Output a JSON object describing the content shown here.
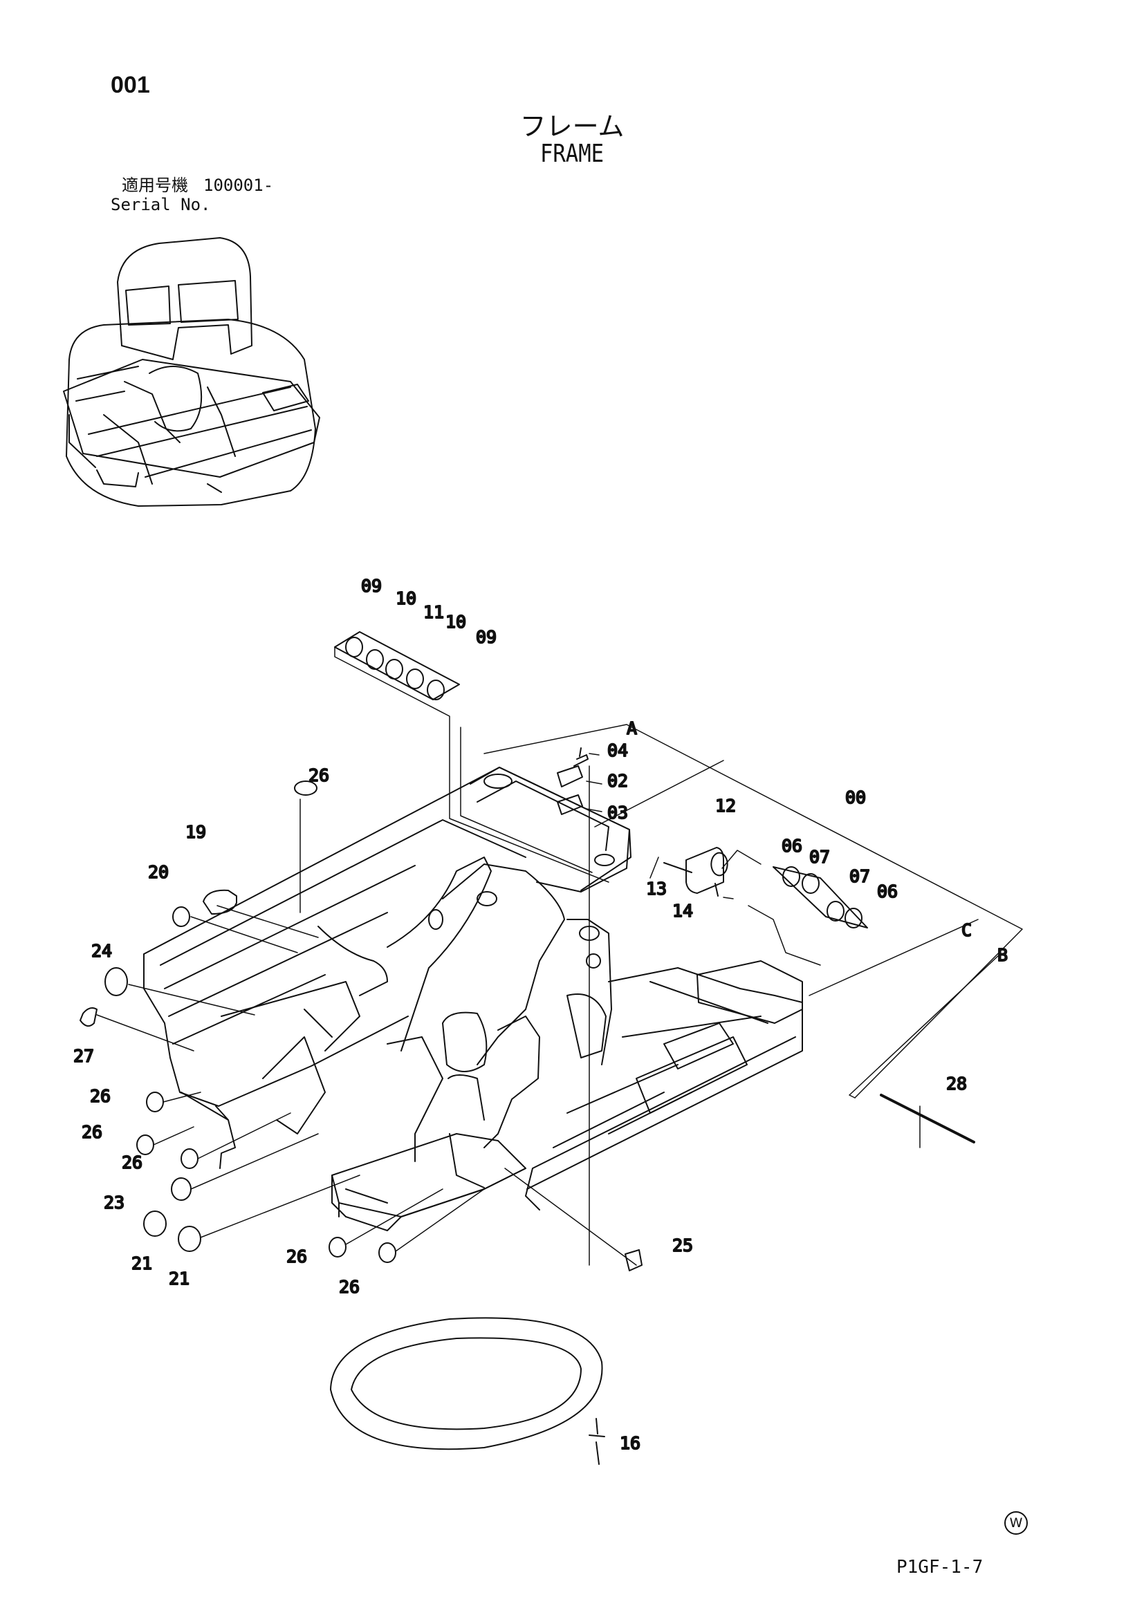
{
  "header": {
    "page_number": "001",
    "title_jp": "フレーム",
    "title_en": "FRAME",
    "serial_label_jp": "適用号機",
    "serial_value": "100001-",
    "serial_label_en": "Serial No."
  },
  "callouts": [
    {
      "label": "09"
    },
    {
      "label": "10"
    },
    {
      "label": "11"
    },
    {
      "label": "10"
    },
    {
      "label": "09"
    },
    {
      "label": "A"
    },
    {
      "label": "04"
    },
    {
      "label": "02"
    },
    {
      "label": "03"
    },
    {
      "label": "12"
    },
    {
      "label": "00"
    },
    {
      "label": "26"
    },
    {
      "label": "19"
    },
    {
      "label": "20"
    },
    {
      "label": "13"
    },
    {
      "label": "14"
    },
    {
      "label": "06"
    },
    {
      "label": "07"
    },
    {
      "label": "07"
    },
    {
      "label": "06"
    },
    {
      "label": "C"
    },
    {
      "label": "B"
    },
    {
      "label": "24"
    },
    {
      "label": "27"
    },
    {
      "label": "28"
    },
    {
      "label": "26"
    },
    {
      "label": "26"
    },
    {
      "label": "26"
    },
    {
      "label": "23"
    },
    {
      "label": "21"
    },
    {
      "label": "21"
    },
    {
      "label": "26"
    },
    {
      "label": "26"
    },
    {
      "label": "25"
    },
    {
      "label": "16"
    }
  ],
  "footer": {
    "mark": "W",
    "drawing_code": "P1GF-1-7"
  }
}
